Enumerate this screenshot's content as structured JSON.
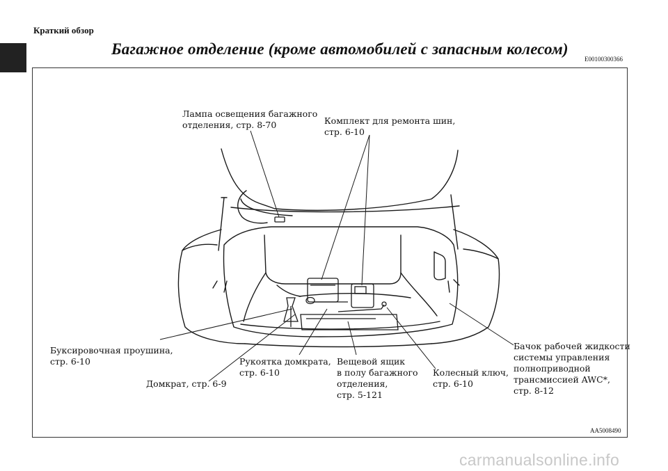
{
  "header": {
    "section": "Краткий обзор",
    "title": "Багажное отделение (кроме автомобилей с запасным колесом)",
    "code": "E00100300366"
  },
  "figure": {
    "code": "AA5008490",
    "labels": {
      "lamp": "Лампа освещения багажного\nотделения, стр. 8-70",
      "repair_kit": "Комплект для ремонта шин,\nстр. 6-10",
      "tow_hook": "Буксировочная проушина,\nстр. 6-10",
      "jack": "Домкрат, стр. 6-9",
      "jack_handle": "Рукоятка домкрата,\nстр. 6-10",
      "storage_box": "Вещевой ящик\nв полу багажного\nотделения,\nстр. 5-121",
      "wheel_wrench": "Колесный ключ,\nстр. 6-10",
      "awc_reservoir": "Бачок рабочей жидкости\nсистемы управления\nполноприводной\nтрансмиссией AWC*,\nстр. 8-12"
    }
  },
  "watermark": "carmanualsonline.info"
}
